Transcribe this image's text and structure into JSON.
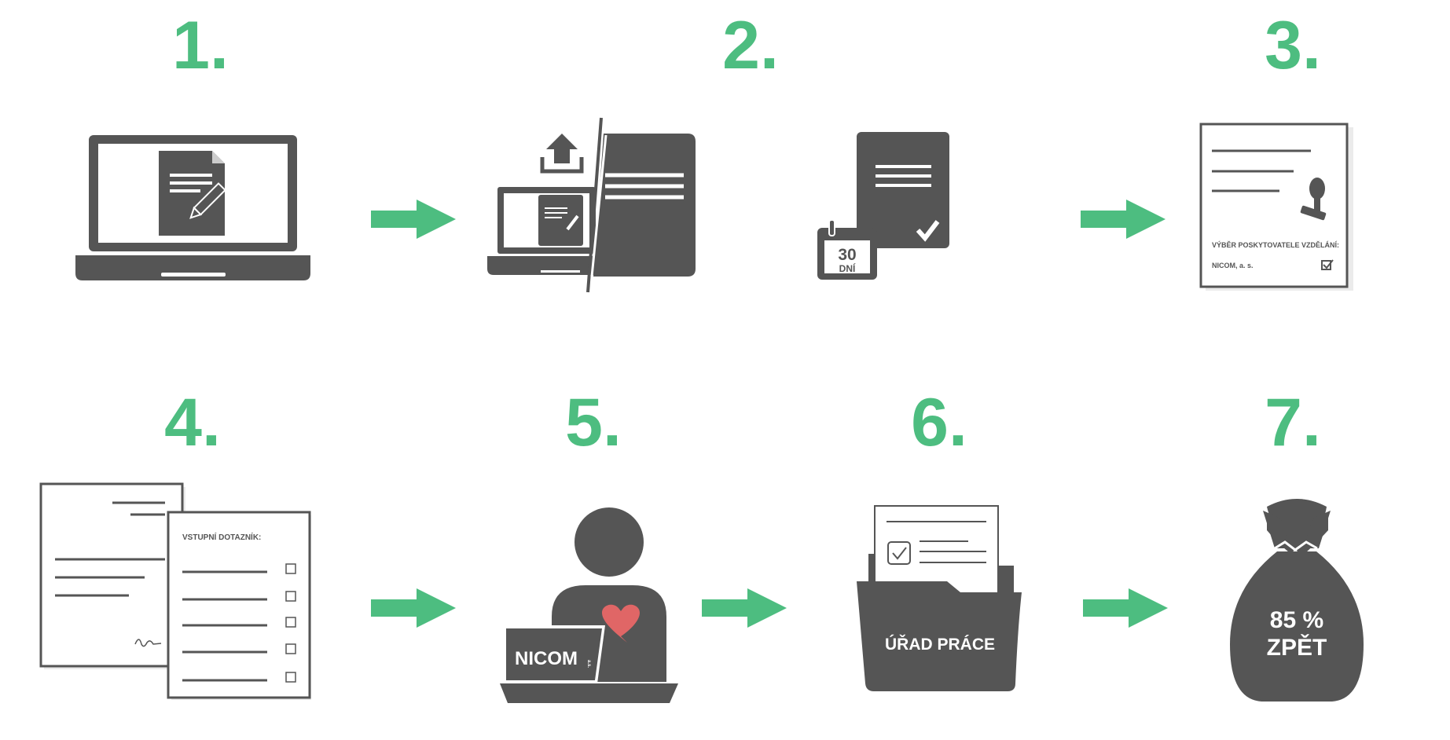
{
  "colors": {
    "green": "#4dbd80",
    "icon": "#555555",
    "paper": "#ffffff",
    "heart": "#e06666"
  },
  "steps": [
    {
      "number": "1.",
      "icon": "laptop-document-edit-icon"
    },
    {
      "number": "2.",
      "icon": "upload-document-icon"
    },
    {
      "number": "2.",
      "icon": "calendar-document-approved-icon",
      "calendar_number": "30",
      "calendar_unit": "DNÍ"
    },
    {
      "number": "3.",
      "icon": "stamped-form-icon",
      "form_label": "VÝBĚR POSKYTOVATELE VZDĚLÁNÍ:",
      "form_option": "NICOM, a. s."
    },
    {
      "number": "4.",
      "icon": "questionnaire-icon",
      "questionnaire_title": "VSTUPNÍ DOTAZNÍK:"
    },
    {
      "number": "5.",
      "icon": "person-laptop-icon",
      "laptop_brand": "NICOM",
      "laptop_brand_suffix": "a.s."
    },
    {
      "number": "6.",
      "icon": "folder-icon",
      "folder_label": "ÚŘAD PRÁCE"
    },
    {
      "number": "7.",
      "icon": "money-bag-icon",
      "bag_line1": "85 %",
      "bag_line2": "ZPĚT"
    }
  ]
}
